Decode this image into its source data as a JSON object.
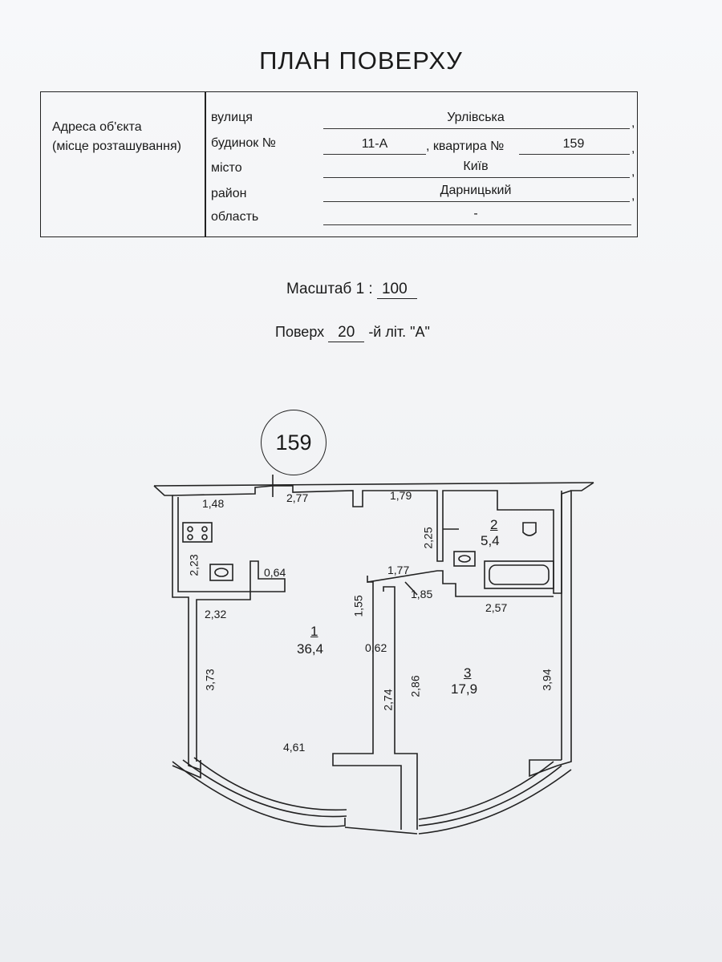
{
  "title": "ПЛАН ПОВЕРХУ",
  "address": {
    "caption_line1": "Адреса об'єкта",
    "caption_line2": "(місце розташування)",
    "street_label": "вулиця",
    "street": "Урлівська",
    "house_label": "будинок №",
    "house": "11-А",
    "apartment_label": ", квартира №",
    "apartment": "159",
    "city_label": "місто",
    "city": "Київ",
    "district_label": "район",
    "district": "Дарницький",
    "region_label": "область",
    "region": "-",
    "comma": ","
  },
  "scale": {
    "label": "Масштаб  1 :",
    "value": "100"
  },
  "floor": {
    "label": "Поверх",
    "value": "20",
    "suffix": "-й літ. \"А\""
  },
  "plan": {
    "apartment_number": "159",
    "rooms": [
      {
        "number": "1",
        "area": "36,4"
      },
      {
        "number": "2",
        "area": "5,4"
      },
      {
        "number": "3",
        "area": "17,9"
      }
    ],
    "dimensions": {
      "d148": "1,48",
      "d277": "2,77",
      "d179": "1,79",
      "d225": "2,25",
      "d223": "2,23",
      "d064": "0,64",
      "d177": "1,77",
      "d185": "1,85",
      "d232": "2,32",
      "d155": "1,55",
      "d257": "2,57",
      "d062": "0,62",
      "d373": "3,73",
      "d274": "2,74",
      "d286": "2,86",
      "d394": "3,94",
      "d461": "4,61"
    }
  }
}
